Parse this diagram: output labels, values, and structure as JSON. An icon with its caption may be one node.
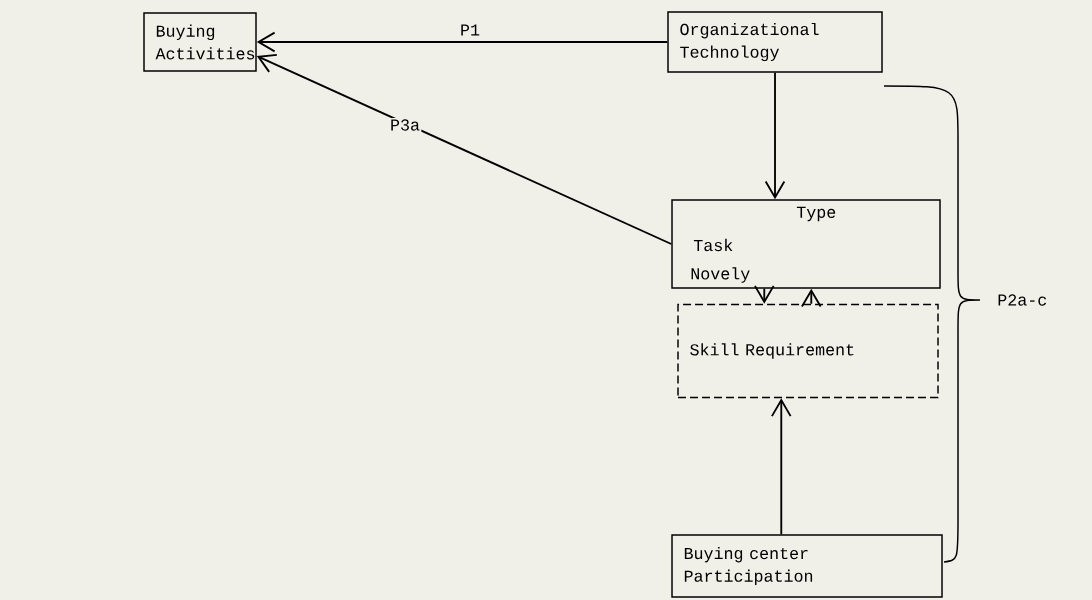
{
  "diagram": {
    "nodes": [
      {
        "text": [
          "Buying Activities"
        ]
      },
      {
        "text": [
          "Organizational Technology"
        ]
      },
      {
        "text": [
          "Type",
          "Task",
          "Novely"
        ]
      },
      {
        "text": [
          "Skill Requirement"
        ]
      },
      {
        "text": [
          "Buying center Participation"
        ]
      }
    ],
    "edges": [
      {
        "from": 1,
        "to": 0,
        "arrow": "to",
        "label": "P1"
      },
      {
        "from": 2,
        "to": 0,
        "arrow": "to",
        "label": "P3a"
      },
      {
        "from": 1,
        "to": 2,
        "arrow": "to"
      },
      {
        "from": 2,
        "to": 3,
        "arrow": "to"
      },
      {
        "from": 3,
        "to": 2,
        "arrow": "to"
      },
      {
        "from": 4,
        "to": 3,
        "arrow": "to"
      }
    ],
    "labels": [
      "P2a-c"
    ]
  }
}
